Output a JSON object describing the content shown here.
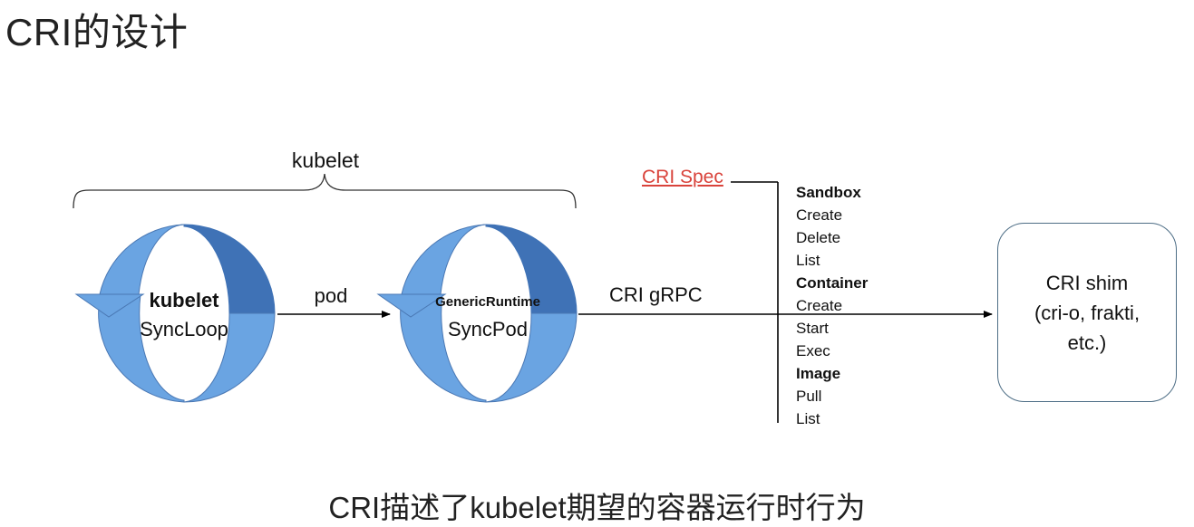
{
  "title": "CRI的设计",
  "brace_label": "kubelet",
  "loop1": {
    "bold_label": "kubelet",
    "sub_label": "SyncLoop"
  },
  "loop2": {
    "bold_label": "GenericRuntime",
    "sub_label": "SyncPod"
  },
  "arrow_pod_label": "pod",
  "arrow_grpc_label": "CRI gRPC",
  "spec_label": "CRI Spec",
  "spec_methods": [
    {
      "text": "Sandbox",
      "heading": true
    },
    {
      "text": "Create",
      "heading": false
    },
    {
      "text": "Delete",
      "heading": false
    },
    {
      "text": "List",
      "heading": false
    },
    {
      "text": "Container",
      "heading": true
    },
    {
      "text": "Create",
      "heading": false
    },
    {
      "text": "Start",
      "heading": false
    },
    {
      "text": "Exec",
      "heading": false
    },
    {
      "text": "Image",
      "heading": true
    },
    {
      "text": "Pull",
      "heading": false
    },
    {
      "text": "List",
      "heading": false
    }
  ],
  "shim": {
    "lines": [
      "CRI shim",
      "(cri-o, frakti,",
      "etc.)"
    ]
  },
  "caption": "CRI描述了kubelet期望的容器运行时行为",
  "colors": {
    "loop_fill_light": "#6aa4e2",
    "loop_fill_dark": "#3f72b6",
    "loop_stroke": "#4a78b4",
    "spec_label": "#d9433b",
    "shim_border": "#4e6e86"
  }
}
